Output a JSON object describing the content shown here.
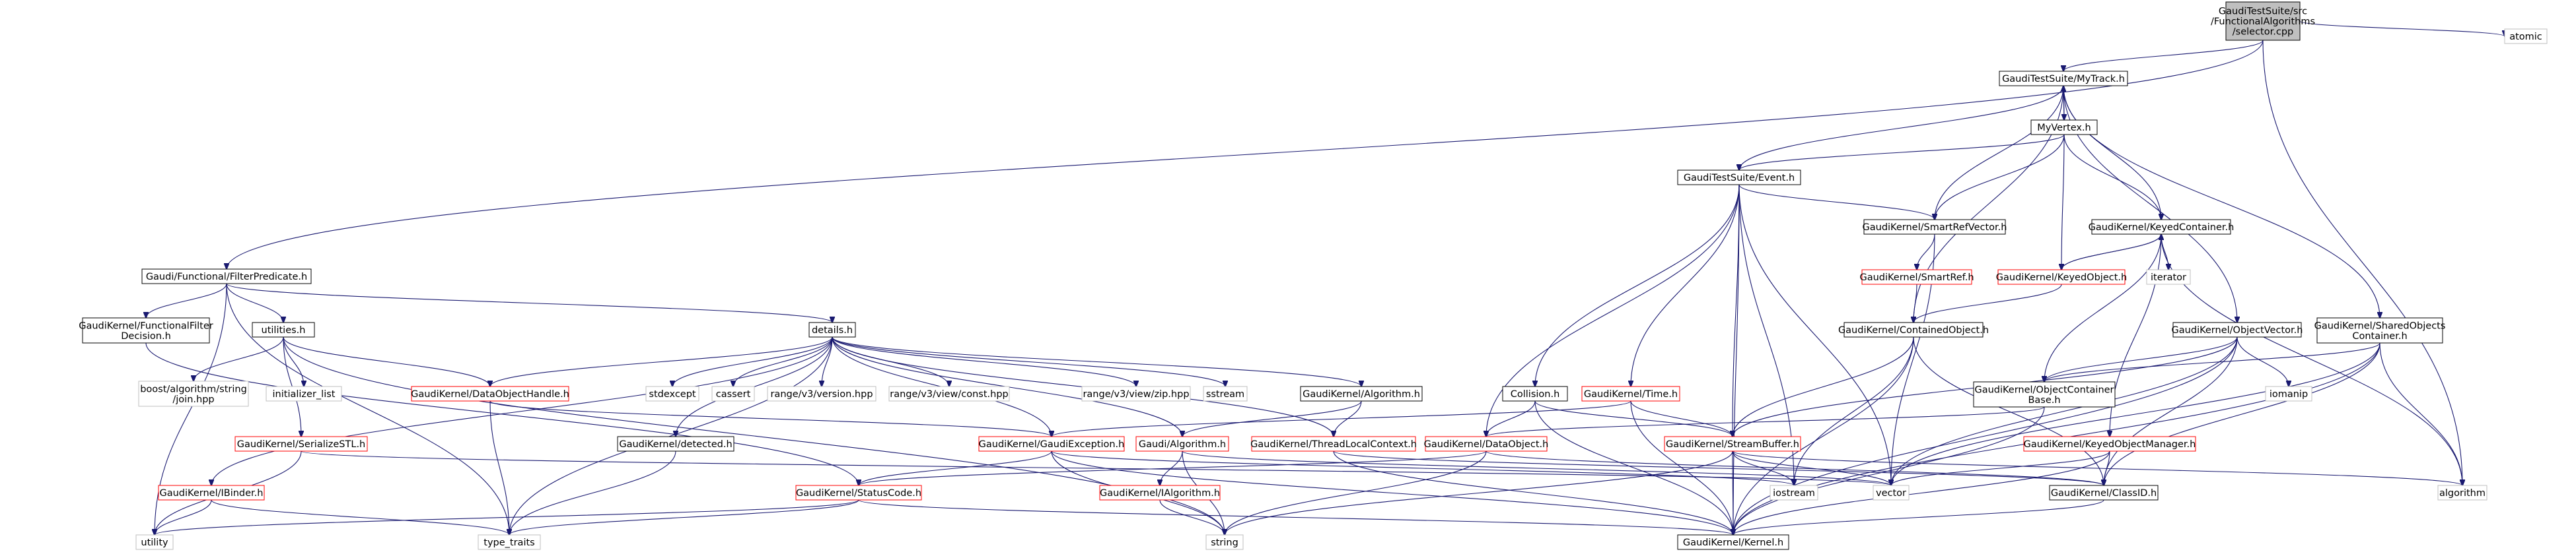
{
  "colors": {
    "edge": "#191970",
    "node_border": "#000000",
    "node_fill": "#ffffff",
    "focus_fill": "#bfbfbf",
    "missing_border": "#ff0000",
    "system_border": "#bfbfbf"
  },
  "nodes": [
    {
      "id": "selector",
      "lines": [
        "GaudiTestSuite/src",
        "/FunctionalAlgorithms",
        "/selector.cpp"
      ],
      "kind": "focus"
    },
    {
      "id": "atomic",
      "lines": [
        "atomic"
      ],
      "kind": "system"
    },
    {
      "id": "mytrack",
      "lines": [
        "GaudiTestSuite/MyTrack.h"
      ],
      "kind": "normal"
    },
    {
      "id": "myvertex",
      "lines": [
        "MyVertex.h"
      ],
      "kind": "normal"
    },
    {
      "id": "event",
      "lines": [
        "GaudiTestSuite/Event.h"
      ],
      "kind": "normal"
    },
    {
      "id": "smartrefvector",
      "lines": [
        "GaudiKernel/SmartRefVector.h"
      ],
      "kind": "normal"
    },
    {
      "id": "keyedcontainer",
      "lines": [
        "GaudiKernel/KeyedContainer.h"
      ],
      "kind": "normal"
    },
    {
      "id": "iterator",
      "lines": [
        "iterator"
      ],
      "kind": "system"
    },
    {
      "id": "smartref",
      "lines": [
        "GaudiKernel/SmartRef.h"
      ],
      "kind": "missing"
    },
    {
      "id": "keyedobject",
      "lines": [
        "GaudiKernel/KeyedObject.h"
      ],
      "kind": "missing"
    },
    {
      "id": "filterpredicate",
      "lines": [
        "Gaudi/Functional/FilterPredicate.h"
      ],
      "kind": "normal"
    },
    {
      "id": "containedobject",
      "lines": [
        "GaudiKernel/ContainedObject.h"
      ],
      "kind": "normal"
    },
    {
      "id": "objectvector",
      "lines": [
        "GaudiKernel/ObjectVector.h"
      ],
      "kind": "normal"
    },
    {
      "id": "sharedobjects",
      "lines": [
        "GaudiKernel/SharedObjects",
        "Container.h"
      ],
      "kind": "normal"
    },
    {
      "id": "funcfilter",
      "lines": [
        "GaudiKernel/FunctionalFilter",
        "Decision.h"
      ],
      "kind": "normal"
    },
    {
      "id": "utilities",
      "lines": [
        "utilities.h"
      ],
      "kind": "normal"
    },
    {
      "id": "details",
      "lines": [
        "details.h"
      ],
      "kind": "normal"
    },
    {
      "id": "boostjoin",
      "lines": [
        "boost/algorithm/string",
        "/join.hpp"
      ],
      "kind": "system"
    },
    {
      "id": "initlist",
      "lines": [
        "initializer_list"
      ],
      "kind": "system"
    },
    {
      "id": "dataobjecthandle",
      "lines": [
        "GaudiKernel/DataObjectHandle.h"
      ],
      "kind": "missing"
    },
    {
      "id": "stdexcept",
      "lines": [
        "stdexcept"
      ],
      "kind": "system"
    },
    {
      "id": "cassert",
      "lines": [
        "cassert"
      ],
      "kind": "system"
    },
    {
      "id": "rangeversion",
      "lines": [
        "range/v3/version.hpp"
      ],
      "kind": "system"
    },
    {
      "id": "rangeconst",
      "lines": [
        "range/v3/view/const.hpp"
      ],
      "kind": "system"
    },
    {
      "id": "rangezip",
      "lines": [
        "range/v3/view/zip.hpp"
      ],
      "kind": "system"
    },
    {
      "id": "sstream",
      "lines": [
        "sstream"
      ],
      "kind": "system"
    },
    {
      "id": "algorithmh",
      "lines": [
        "GaudiKernel/Algorithm.h"
      ],
      "kind": "normal"
    },
    {
      "id": "collision",
      "lines": [
        "Collision.h"
      ],
      "kind": "normal"
    },
    {
      "id": "timeh",
      "lines": [
        "GaudiKernel/Time.h"
      ],
      "kind": "missing"
    },
    {
      "id": "objcontainerbase",
      "lines": [
        "GaudiKernel/ObjectContainer",
        "Base.h"
      ],
      "kind": "normal"
    },
    {
      "id": "iomanip",
      "lines": [
        "iomanip"
      ],
      "kind": "system"
    },
    {
      "id": "serializestl",
      "lines": [
        "GaudiKernel/SerializeSTL.h"
      ],
      "kind": "missing"
    },
    {
      "id": "detected",
      "lines": [
        "GaudiKernel/detected.h"
      ],
      "kind": "normal"
    },
    {
      "id": "gaudiexception",
      "lines": [
        "GaudiKernel/GaudiException.h"
      ],
      "kind": "missing"
    },
    {
      "id": "gaudialgorithm",
      "lines": [
        "Gaudi/Algorithm.h"
      ],
      "kind": "missing"
    },
    {
      "id": "threadlocal",
      "lines": [
        "GaudiKernel/ThreadLocalContext.h"
      ],
      "kind": "missing"
    },
    {
      "id": "dataobject",
      "lines": [
        "GaudiKernel/DataObject.h"
      ],
      "kind": "missing"
    },
    {
      "id": "streambuffer",
      "lines": [
        "GaudiKernel/StreamBuffer.h"
      ],
      "kind": "missing"
    },
    {
      "id": "keyedobjmgr",
      "lines": [
        "GaudiKernel/KeyedObjectManager.h"
      ],
      "kind": "missing"
    },
    {
      "id": "ibinder",
      "lines": [
        "GaudiKernel/IBinder.h"
      ],
      "kind": "missing"
    },
    {
      "id": "statuscode",
      "lines": [
        "GaudiKernel/StatusCode.h"
      ],
      "kind": "missing"
    },
    {
      "id": "ialgorithm",
      "lines": [
        "GaudiKernel/IAlgorithm.h"
      ],
      "kind": "missing"
    },
    {
      "id": "iostream",
      "lines": [
        "iostream"
      ],
      "kind": "system"
    },
    {
      "id": "vector",
      "lines": [
        "vector"
      ],
      "kind": "system"
    },
    {
      "id": "classid",
      "lines": [
        "GaudiKernel/ClassID.h"
      ],
      "kind": "normal"
    },
    {
      "id": "algorithmstd",
      "lines": [
        "algorithm"
      ],
      "kind": "system"
    },
    {
      "id": "utility",
      "lines": [
        "utility"
      ],
      "kind": "system"
    },
    {
      "id": "typetraits",
      "lines": [
        "type_traits"
      ],
      "kind": "system"
    },
    {
      "id": "string",
      "lines": [
        "string"
      ],
      "kind": "system"
    },
    {
      "id": "kernel",
      "lines": [
        "GaudiKernel/Kernel.h"
      ],
      "kind": "normal"
    }
  ],
  "edges": [
    [
      "selector",
      "atomic"
    ],
    [
      "selector",
      "mytrack"
    ],
    [
      "selector",
      "filterpredicate"
    ],
    [
      "selector",
      "algorithmstd"
    ],
    [
      "mytrack",
      "myvertex"
    ],
    [
      "mytrack",
      "event"
    ],
    [
      "mytrack",
      "smartrefvector"
    ],
    [
      "mytrack",
      "keyedcontainer"
    ],
    [
      "mytrack",
      "containedobject"
    ],
    [
      "mytrack",
      "objectvector"
    ],
    [
      "mytrack",
      "sharedobjects"
    ],
    [
      "myvertex",
      "mytrack"
    ],
    [
      "myvertex",
      "event"
    ],
    [
      "myvertex",
      "smartrefvector"
    ],
    [
      "myvertex",
      "keyedcontainer"
    ],
    [
      "myvertex",
      "keyedobject"
    ],
    [
      "event",
      "smartrefvector"
    ],
    [
      "event",
      "collision"
    ],
    [
      "event",
      "timeh"
    ],
    [
      "event",
      "dataobject"
    ],
    [
      "event",
      "streambuffer"
    ],
    [
      "event",
      "iostream"
    ],
    [
      "event",
      "kernel"
    ],
    [
      "event",
      "vector"
    ],
    [
      "smartrefvector",
      "smartref"
    ],
    [
      "smartrefvector",
      "vector"
    ],
    [
      "smartref",
      "containedobject"
    ],
    [
      "keyedcontainer",
      "keyedobject"
    ],
    [
      "keyedcontainer",
      "iterator"
    ],
    [
      "keyedcontainer",
      "objcontainerbase"
    ],
    [
      "keyedcontainer",
      "keyedobjmgr"
    ],
    [
      "keyedcontainer",
      "algorithmstd"
    ],
    [
      "keyedobject",
      "keyedcontainer"
    ],
    [
      "keyedobject",
      "containedobject"
    ],
    [
      "containedobject",
      "streambuffer"
    ],
    [
      "containedobject",
      "kernel"
    ],
    [
      "containedobject",
      "iostream"
    ],
    [
      "containedobject",
      "classid"
    ],
    [
      "objectvector",
      "objcontainerbase"
    ],
    [
      "objectvector",
      "iomanip"
    ],
    [
      "objectvector",
      "classid"
    ],
    [
      "objectvector",
      "vector"
    ],
    [
      "objectvector",
      "kernel"
    ],
    [
      "objectvector",
      "streambuffer"
    ],
    [
      "sharedobjects",
      "objcontainerbase"
    ],
    [
      "sharedobjects",
      "algorithmstd"
    ],
    [
      "sharedobjects",
      "classid"
    ],
    [
      "sharedobjects",
      "kernel"
    ],
    [
      "sharedobjects",
      "vector"
    ],
    [
      "objcontainerbase",
      "dataobject"
    ],
    [
      "objcontainerbase",
      "kernel"
    ],
    [
      "filterpredicate",
      "funcfilter"
    ],
    [
      "filterpredicate",
      "utilities"
    ],
    [
      "filterpredicate",
      "details"
    ],
    [
      "filterpredicate",
      "utility"
    ],
    [
      "filterpredicate",
      "typetraits"
    ],
    [
      "funcfilter",
      "statuscode"
    ],
    [
      "utilities",
      "boostjoin"
    ],
    [
      "utilities",
      "initlist"
    ],
    [
      "utilities",
      "dataobjecthandle"
    ],
    [
      "utilities",
      "serializestl"
    ],
    [
      "utilities",
      "string"
    ],
    [
      "details",
      "dataobjecthandle"
    ],
    [
      "details",
      "stdexcept"
    ],
    [
      "details",
      "cassert"
    ],
    [
      "details",
      "rangeversion"
    ],
    [
      "details",
      "rangeconst"
    ],
    [
      "details",
      "rangezip"
    ],
    [
      "details",
      "sstream"
    ],
    [
      "details",
      "algorithmh"
    ],
    [
      "details",
      "detected"
    ],
    [
      "details",
      "gaudiexception"
    ],
    [
      "details",
      "gaudialgorithm"
    ],
    [
      "details",
      "threadlocal"
    ],
    [
      "details",
      "ibinder"
    ],
    [
      "details",
      "typetraits"
    ],
    [
      "dataobjecthandle",
      "gaudiexception"
    ],
    [
      "dataobjecthandle",
      "typetraits"
    ],
    [
      "algorithmh",
      "gaudialgorithm"
    ],
    [
      "algorithmh",
      "threadlocal"
    ],
    [
      "collision",
      "dataobject"
    ],
    [
      "collision",
      "streambuffer"
    ],
    [
      "collision",
      "kernel"
    ],
    [
      "timeh",
      "gaudiexception"
    ],
    [
      "timeh",
      "streambuffer"
    ],
    [
      "timeh",
      "kernel"
    ],
    [
      "serializestl",
      "utility"
    ],
    [
      "serializestl",
      "vector"
    ],
    [
      "detected",
      "typetraits"
    ],
    [
      "gaudiexception",
      "statuscode"
    ],
    [
      "gaudiexception",
      "string"
    ],
    [
      "gaudiexception",
      "kernel"
    ],
    [
      "gaudiexception",
      "iostream"
    ],
    [
      "gaudialgorithm",
      "ialgorithm"
    ],
    [
      "gaudialgorithm",
      "string"
    ],
    [
      "gaudialgorithm",
      "vector"
    ],
    [
      "threadlocal",
      "kernel"
    ],
    [
      "threadlocal",
      "classid"
    ],
    [
      "dataobject",
      "classid"
    ],
    [
      "dataobject",
      "statuscode"
    ],
    [
      "dataobject",
      "string"
    ],
    [
      "streambuffer",
      "iostream"
    ],
    [
      "streambuffer",
      "vector"
    ],
    [
      "streambuffer",
      "string"
    ],
    [
      "streambuffer",
      "algorithmstd"
    ],
    [
      "streambuffer",
      "kernel"
    ],
    [
      "keyedobjmgr",
      "vector"
    ],
    [
      "keyedobjmgr",
      "classid"
    ],
    [
      "keyedobjmgr",
      "kernel"
    ],
    [
      "ibinder",
      "utility"
    ],
    [
      "ibinder",
      "typetraits"
    ],
    [
      "statuscode",
      "kernel"
    ],
    [
      "statuscode",
      "utility"
    ],
    [
      "statuscode",
      "typetraits"
    ],
    [
      "ialgorithm",
      "string"
    ],
    [
      "classid",
      "kernel"
    ]
  ]
}
